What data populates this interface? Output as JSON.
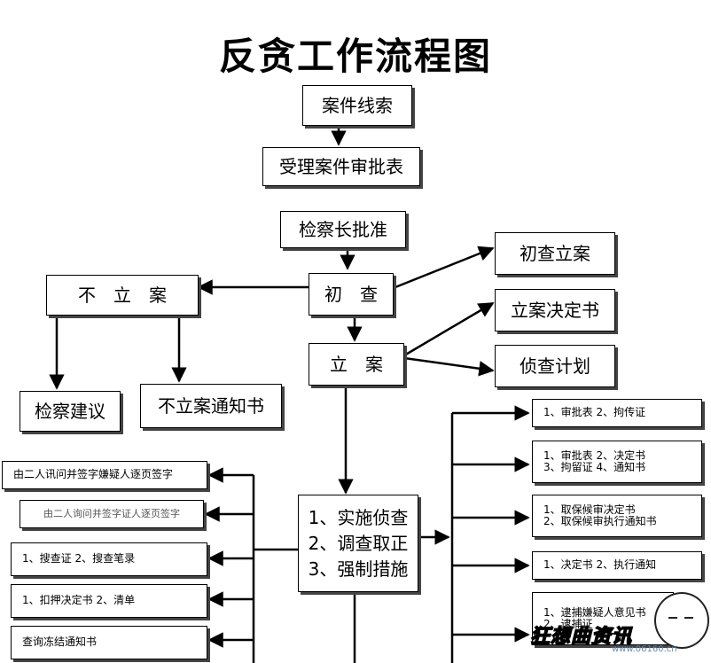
{
  "title": "反贪工作流程图",
  "nodes": {
    "case_clue": "案件线索",
    "acceptance_form": "受理案件审批表",
    "chief_approval": "检察长批准",
    "preliminary": "初　查",
    "no_filing": "不　立　案",
    "prelim_filing": "初查立案",
    "filing_decision": "立案决定书",
    "filing": "立　案",
    "investigation_plan": "侦查计划",
    "procuratorial_advice": "检察建议",
    "no_filing_notice": "不立案通知书",
    "investigation_steps": [
      "1、实施侦查",
      "2、调查取正",
      "3、强制措施"
    ]
  },
  "left_items": [
    "由二人讯问并签字嫌疑人逐页签字",
    "由二人询问并签字证人逐页签字",
    "1、搜查证 2、搜查笔录",
    "1、扣押决定书 2、清单",
    "查询冻结通知书"
  ],
  "right_items": [
    [
      "1、审批表 2、拘传证"
    ],
    [
      "1、审批表 2、决定书",
      "3、拘留证 4、通知书"
    ],
    [
      "1、取保候审决定书",
      "2、取保候审执行通知书"
    ],
    [
      "1、决定书 2、执行通知"
    ],
    [
      "1、逮捕嫌疑人意见书",
      "2、逮捕证"
    ]
  ],
  "watermark": {
    "text": "狂想曲资讯",
    "url": "www.06160.cn"
  }
}
